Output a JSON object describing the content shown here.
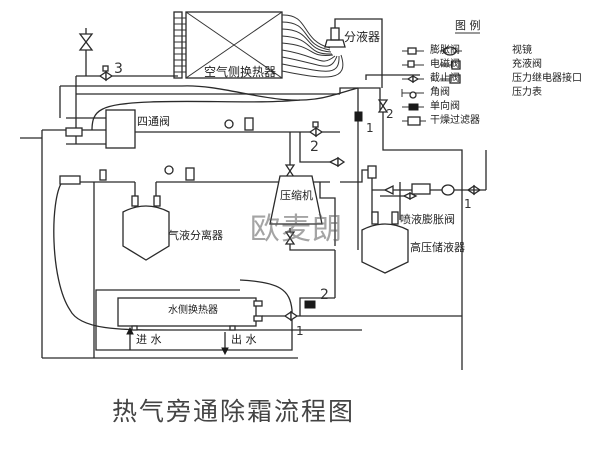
{
  "title": "热气旁通除霜流程图",
  "watermark": "欧麦朗",
  "components": {
    "air_exchanger": "空气侧换热器",
    "distributor": "分液器",
    "four_way_valve": "四通阀",
    "compressor": "压缩机",
    "separator": "气液分离器",
    "receiver": "高压储液器",
    "spray_valve": "喷液膨胀阀",
    "water_exchanger": "水侧换热器",
    "water_in": "进 水",
    "water_out": "出 水"
  },
  "valve_numbers": {
    "n3": "3",
    "n2_top": "2",
    "n1_top": "1",
    "n2_mid": "2",
    "n1_right": "1",
    "n2_bottom": "2",
    "n1_bottom": "1"
  },
  "legend": {
    "heading": "图  例",
    "left": [
      "膨胀阀",
      "电磁阀",
      "截止阀",
      "角阀",
      "单向阀",
      "干燥过滤器"
    ],
    "right": [
      "视镜",
      "充液阀",
      "压力继电器接口",
      "压力表"
    ]
  },
  "colors": {
    "line": "#2a2a2a",
    "background": "#ffffff"
  }
}
